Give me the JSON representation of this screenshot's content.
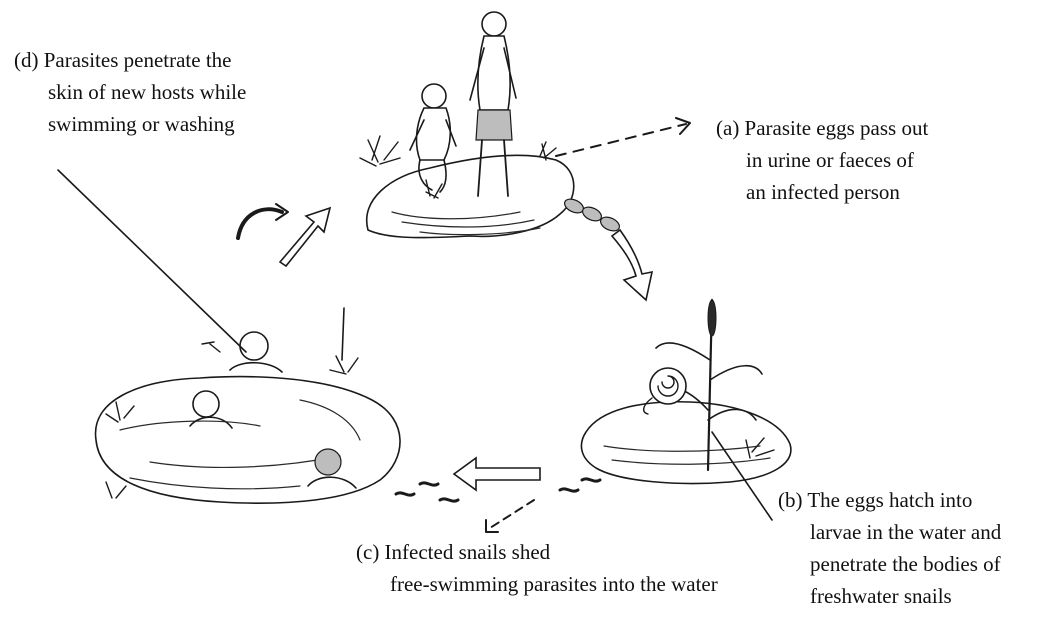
{
  "labels": {
    "d": {
      "line1": "(d) Parasites penetrate the",
      "line2": "skin of new hosts while",
      "line3": "swimming or washing"
    },
    "a": {
      "line1": "(a) Parasite eggs pass out",
      "line2": "in urine or faeces of",
      "line3": "an infected person"
    },
    "b": {
      "line1": "(b) The eggs hatch into",
      "line2": "larvae in the water and",
      "line3": "penetrate the bodies of",
      "line4": "freshwater snails"
    },
    "c": {
      "line1": "(c) Infected snails shed",
      "line2": "free-swimming parasites into the water"
    }
  },
  "colors": {
    "ink": "#1a1a1a",
    "background": "#ffffff",
    "shade": "#bdbdbd"
  }
}
